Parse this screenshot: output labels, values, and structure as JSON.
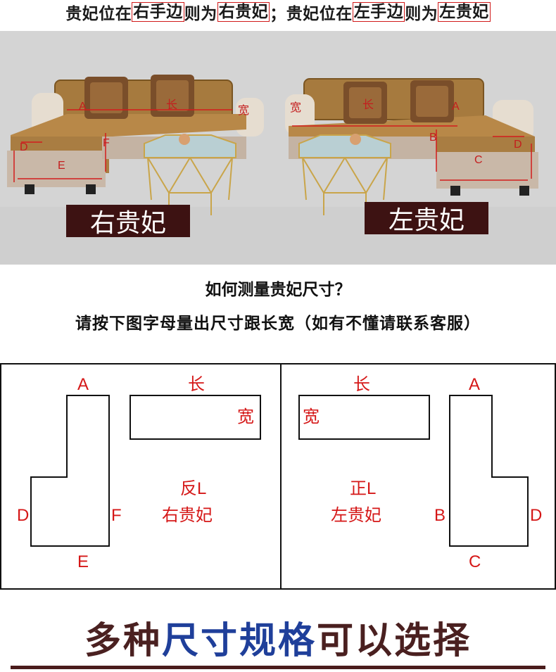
{
  "header": {
    "seg1": "贵妃位在",
    "seg2": "右手边",
    "seg3": "则为",
    "seg4": "右贵妃",
    "seg5": "；贵妃位在",
    "seg6": "左手边",
    "seg7": "则为",
    "seg8": "左贵妃"
  },
  "photo": {
    "left_tag": "右贵妃",
    "right_tag": "左贵妃",
    "left_labels": {
      "a": "A",
      "length": "长",
      "width": "宽",
      "d": "D",
      "f": "F",
      "e": "E"
    },
    "right_labels": {
      "width": "宽",
      "length": "长",
      "a": "A",
      "b": "B",
      "d": "D",
      "c": "C"
    }
  },
  "question": {
    "line1": "如何测量贵妃尺寸？",
    "line2": "请按下图字母量出尺寸跟长宽（如有不懂请联系客服）"
  },
  "diagram": {
    "left": {
      "label_a": "A",
      "label_d": "D",
      "label_f": "F",
      "label_e": "E",
      "label_length": "长",
      "label_width": "宽",
      "type_line1": "反L",
      "type_line2": "右贵妃"
    },
    "right": {
      "label_length": "长",
      "label_width": "宽",
      "label_a": "A",
      "label_b": "B",
      "label_d": "D",
      "label_c": "C",
      "type_line1": "正L",
      "type_line2": "左贵妃"
    }
  },
  "footer": {
    "part1": "多种",
    "part2": "尺寸规格",
    "part3": "可以选择"
  }
}
